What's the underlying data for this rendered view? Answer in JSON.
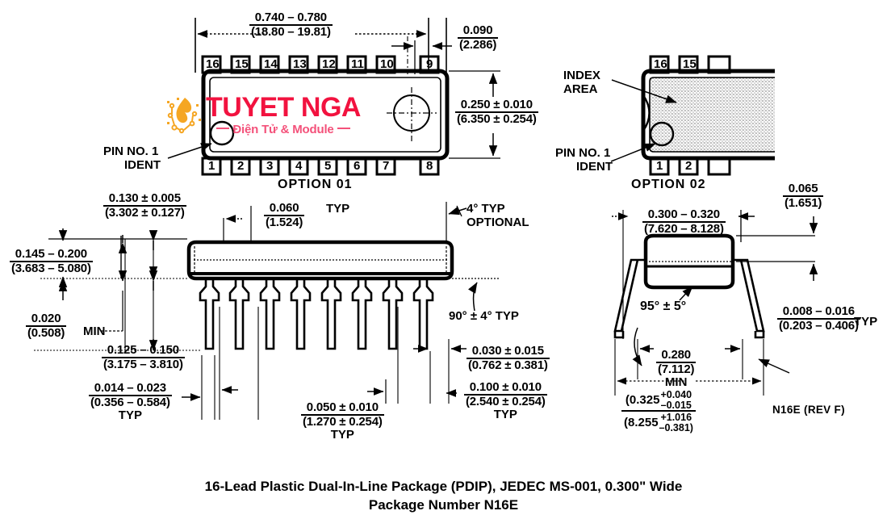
{
  "drawing": {
    "title_line1": "16-Lead Plastic Dual-In-Line Package (PDIP), JEDEC MS-001, 0.300\" Wide",
    "title_line2": "Package Number N16E",
    "revision": "N16E (REV F)"
  },
  "watermark": {
    "brand": "TUYET NGA",
    "tagline": "Điện Tử & Module",
    "brand_color": "#f2123f",
    "tagline_color": "#f4517a",
    "icon": "circuit-flame-icon"
  },
  "top_view": {
    "option_label": "OPTION 01",
    "pins_top": [
      "16",
      "15",
      "14",
      "13",
      "12",
      "11",
      "10",
      "9"
    ],
    "pins_bottom": [
      "1",
      "2",
      "3",
      "4",
      "5",
      "6",
      "7",
      "8"
    ],
    "pin1_label_line1": "PIN NO. 1",
    "pin1_label_line2": "IDENT",
    "dims": {
      "length": {
        "inch": "0.740 – 0.780",
        "mm": "(18.80 – 19.81)"
      },
      "end_margin": {
        "inch": "0.090",
        "mm": "(2.286)"
      },
      "width": {
        "inch": "0.250 ± 0.010",
        "mm": "(6.350 ± 0.254)"
      }
    }
  },
  "option02_view": {
    "option_label": "OPTION 02",
    "index_label_line1": "INDEX",
    "index_label_line2": "AREA",
    "pin1_label_line1": "PIN NO. 1",
    "pin1_label_line2": "IDENT",
    "pins_top": [
      "16",
      "15"
    ],
    "pins_bottom": [
      "1",
      "2"
    ]
  },
  "side_view": {
    "dims": {
      "seated_height": {
        "inch": "0.130 ± 0.005",
        "mm": "(3.302 ± 0.127)"
      },
      "lead_shoulder": {
        "inch": "0.060",
        "mm": "(1.524)",
        "suffix": "TYP"
      },
      "standoff_range": {
        "inch": "0.145 – 0.200",
        "mm": "(3.683 – 5.080)"
      },
      "standoff_min": {
        "inch": "0.020",
        "mm": "(0.508)",
        "suffix": "MIN"
      },
      "body_height": {
        "inch": "0.125 – 0.150",
        "mm": "(3.175 – 3.810)"
      },
      "lead_thickness": {
        "inch": "0.014 – 0.023",
        "mm": "(0.356 – 0.584)",
        "suffix": "TYP"
      },
      "lead_pitch": {
        "inch": "0.050 ± 0.010",
        "mm": "(1.270 ± 0.254)",
        "suffix": "TYP"
      },
      "lead_spacing": {
        "inch": "0.100 ± 0.010",
        "mm": "(2.540 ± 0.254)",
        "suffix": "TYP"
      },
      "lead_width": {
        "inch": "0.030 ± 0.015",
        "mm": "(0.762 ± 0.381)"
      }
    },
    "angle_draft": "4° TYP",
    "angle_draft_line2": "OPTIONAL",
    "angle_lead": "90° ± 4° TYP"
  },
  "end_view": {
    "dims": {
      "row_spacing": {
        "inch": "0.300 – 0.320",
        "mm": "(7.620 – 8.128)"
      },
      "shoulder_height": {
        "inch": "0.065",
        "mm": "(1.651)"
      },
      "lead_thickness": {
        "inch": "0.008 – 0.016",
        "mm": "(0.203 – 0.406)",
        "suffix": "TYP"
      },
      "tip_span_min": {
        "inch": "0.280",
        "mm": "(7.112)",
        "suffix": "MIN"
      },
      "overall_span_inch": "(0.325",
      "overall_span_inch_plus": "+0.040",
      "overall_span_inch_minus": "–0.015",
      "overall_span_mm": "(8.255",
      "overall_span_mm_plus": "+1.016",
      "overall_span_mm_minus": "–0.381)"
    },
    "angle_lead": "95° ± 5°"
  }
}
